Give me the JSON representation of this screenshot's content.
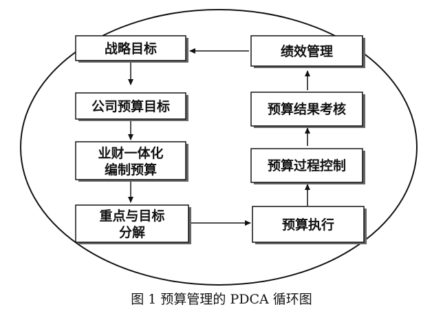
{
  "nodes": {
    "strategy_goal": {
      "lines": [
        "战略目标"
      ]
    },
    "company_budget_goal": {
      "lines": [
        "公司预算目标"
      ]
    },
    "integrated_budgeting": {
      "lines": [
        "业财一体化",
        "编制预算"
      ]
    },
    "key_goal_breakdown": {
      "lines": [
        "重点与目标",
        "分解"
      ]
    },
    "budget_execution": {
      "lines": [
        "预算执行"
      ]
    },
    "budget_process_control": {
      "lines": [
        "预算过程控制"
      ]
    },
    "budget_result_assessment": {
      "lines": [
        "预算结果考核"
      ]
    },
    "performance_management": {
      "lines": [
        "绩效管理"
      ]
    }
  },
  "caption": "图 1  预算管理的 PDCA 循环图",
  "colors": {
    "stroke": "#111111",
    "box_fill": "#ffffff",
    "shadow": "#666666"
  }
}
